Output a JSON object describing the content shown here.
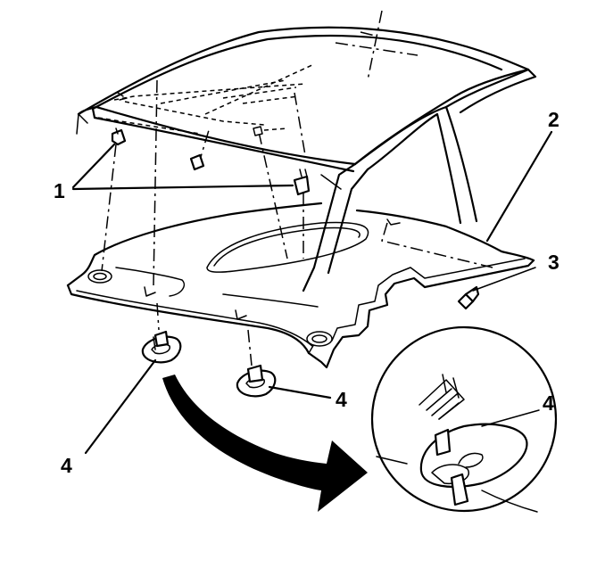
{
  "callouts": {
    "fastener_upper": "1",
    "headliner_panel": "2",
    "screw": "3",
    "retainer_left": "4",
    "retainer_center": "4",
    "retainer_detail": "4"
  }
}
